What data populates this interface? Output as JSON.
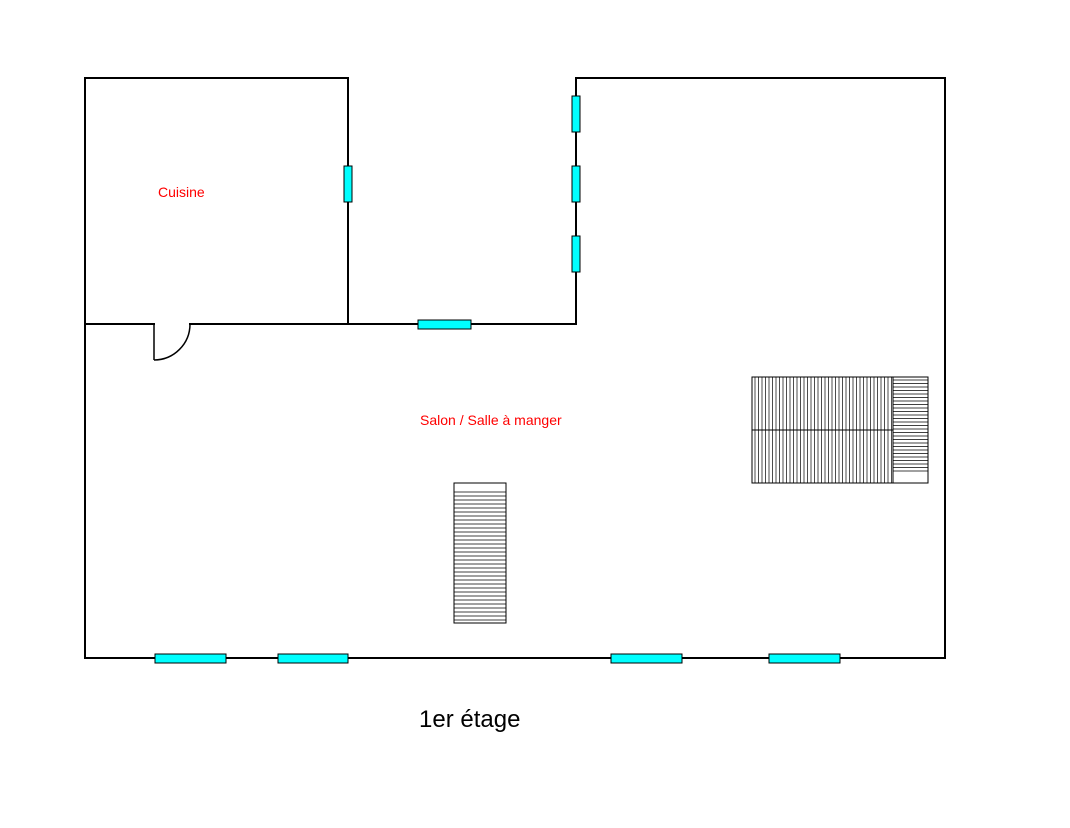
{
  "plan": {
    "rooms": [
      {
        "id": "cuisine",
        "label": "Cuisine"
      },
      {
        "id": "salon",
        "label": "Salon / Salle à manger"
      }
    ],
    "caption": "1er étage"
  },
  "colors": {
    "wall": "#000000",
    "window": "#00ffff",
    "label": "#ff0000",
    "caption": "#000000",
    "background": "#ffffff"
  },
  "icons": [
    "door-swing-icon",
    "window-icon",
    "staircase-icon",
    "furniture-icon"
  ]
}
